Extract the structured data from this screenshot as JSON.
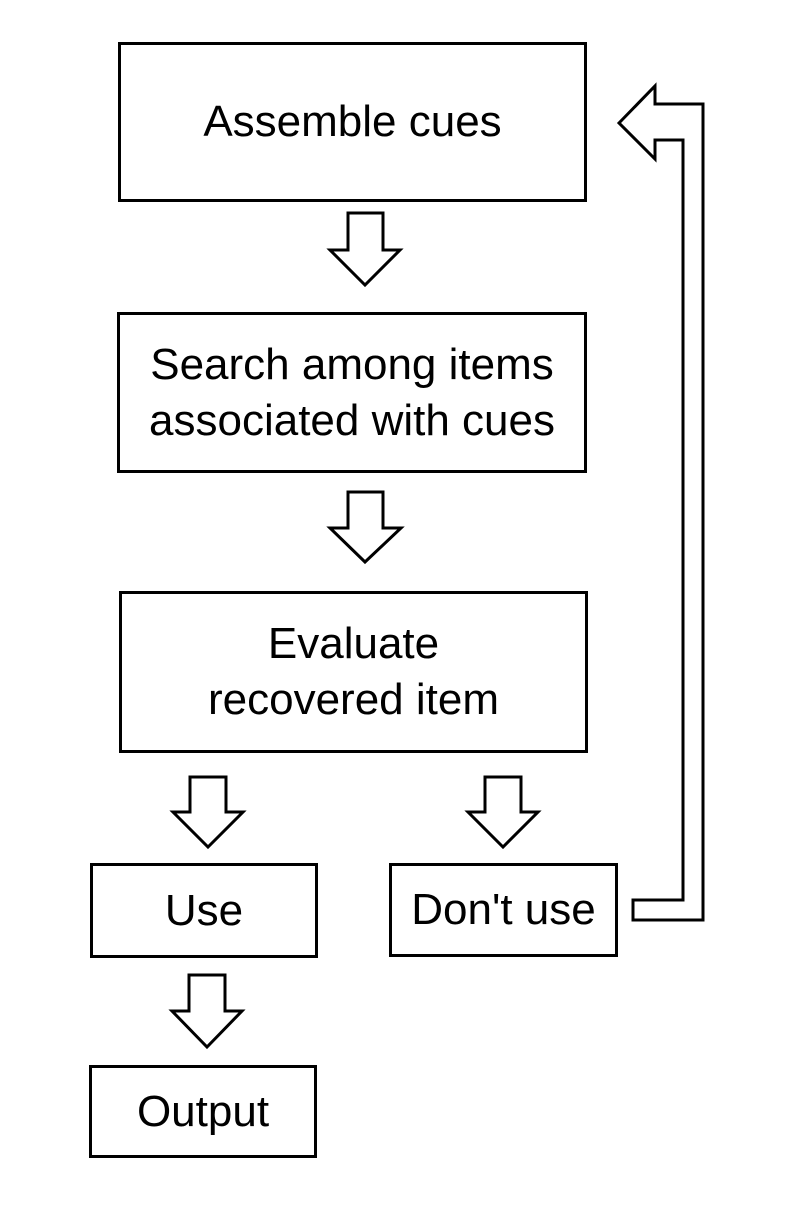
{
  "diagram": {
    "type": "flowchart",
    "colors": {
      "background": "#ffffff",
      "node_fill": "#ffffff",
      "stroke": "#000000",
      "text": "#000000"
    },
    "nodes": [
      {
        "id": "assemble-cues",
        "label": "Assemble cues",
        "lines": [
          "Assemble cues"
        ]
      },
      {
        "id": "search-items",
        "label": "Search among items associated with cues",
        "lines": [
          "Search among items",
          "associated with cues"
        ]
      },
      {
        "id": "evaluate-item",
        "label": "Evaluate recovered item",
        "lines": [
          "Evaluate",
          "recovered item"
        ]
      },
      {
        "id": "use",
        "label": "Use",
        "lines": [
          "Use"
        ]
      },
      {
        "id": "dont-use",
        "label": "Don't use",
        "lines": [
          "Don't use"
        ]
      },
      {
        "id": "output",
        "label": "Output",
        "lines": [
          "Output"
        ]
      }
    ],
    "edges": [
      {
        "from": "assemble-cues",
        "to": "search-items",
        "style": "hollow-block-arrow",
        "direction": "down"
      },
      {
        "from": "search-items",
        "to": "evaluate-item",
        "style": "hollow-block-arrow",
        "direction": "down"
      },
      {
        "from": "evaluate-item",
        "to": "use",
        "style": "hollow-block-arrow",
        "direction": "down"
      },
      {
        "from": "evaluate-item",
        "to": "dont-use",
        "style": "hollow-block-arrow",
        "direction": "down"
      },
      {
        "from": "use",
        "to": "output",
        "style": "hollow-block-arrow",
        "direction": "down"
      },
      {
        "from": "dont-use",
        "to": "assemble-cues",
        "style": "hollow-block-arrow",
        "direction": "right-up-left-loop"
      }
    ]
  }
}
